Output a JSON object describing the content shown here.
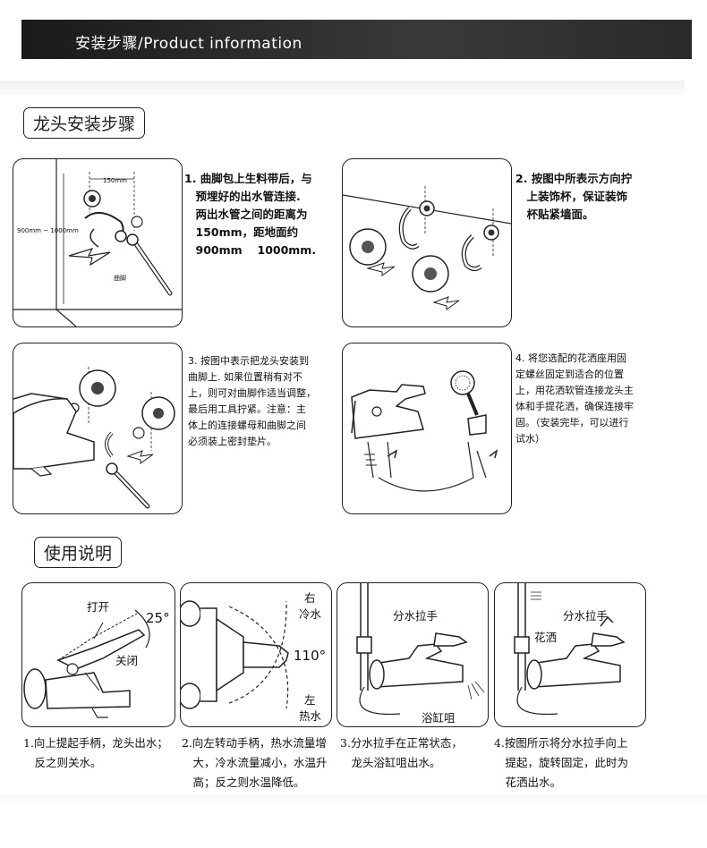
{
  "header": {
    "title": "安装步骤/Product information"
  },
  "install": {
    "tag": "龙头安装步骤",
    "steps": [
      {
        "text": "1. 曲脚包上生料带后，与\n　预埋好的出水管连接.\n　两出水管之间的距离为\n　150mm，距地面约\n　900mm　 1000mm.",
        "labels": {
          "spacing": "150mm",
          "height": "900mm ~ 1000mm",
          "part": "曲脚"
        }
      },
      {
        "text": "2. 按图中所表示方向拧\n　上装饰杯，保证装饰\n　杯贴紧墙面。"
      },
      {
        "text": "3. 按图中表示把龙头安装到\n曲脚上. 如果位置稍有对不\n上，则可对曲脚作适当调整，\n最后用工具拧紧。注意：主\n体上的连接螺母和曲脚之间\n必须装上密封垫片。"
      },
      {
        "text": "4. 将您选配的花洒座用固\n定螺丝固定到适合的位置\n上，用花洒软管连接龙头主\n体和手提花洒，确保连接牢\n固。（安装完毕，可以进行\n试水）"
      }
    ]
  },
  "usage": {
    "tag": "使用说明",
    "panels": [
      {
        "labels": {
          "open": "打开",
          "close": "关闭",
          "angle": "25°"
        },
        "caption": "1.向上提起手柄，龙头出水；\n　反之则关水。"
      },
      {
        "labels": {
          "right": "右",
          "cold": "冷水",
          "left": "左",
          "hot": "热水",
          "angle": "110°"
        },
        "caption": "2.向左转动手柄，热水流量增\n　大，冷水流量减小，水温升\n　高；反之则水温降低。"
      },
      {
        "labels": {
          "diverter": "分水拉手",
          "tub": "浴缸咀"
        },
        "caption": "3.分水拉手在正常状态，\n　龙头浴缸咀出水。"
      },
      {
        "labels": {
          "diverter": "分水拉手",
          "shower": "花洒"
        },
        "caption": "4.按图所示将分水拉手向上\n　提起，旋转固定，此时为\n　花洒出水。"
      }
    ]
  }
}
